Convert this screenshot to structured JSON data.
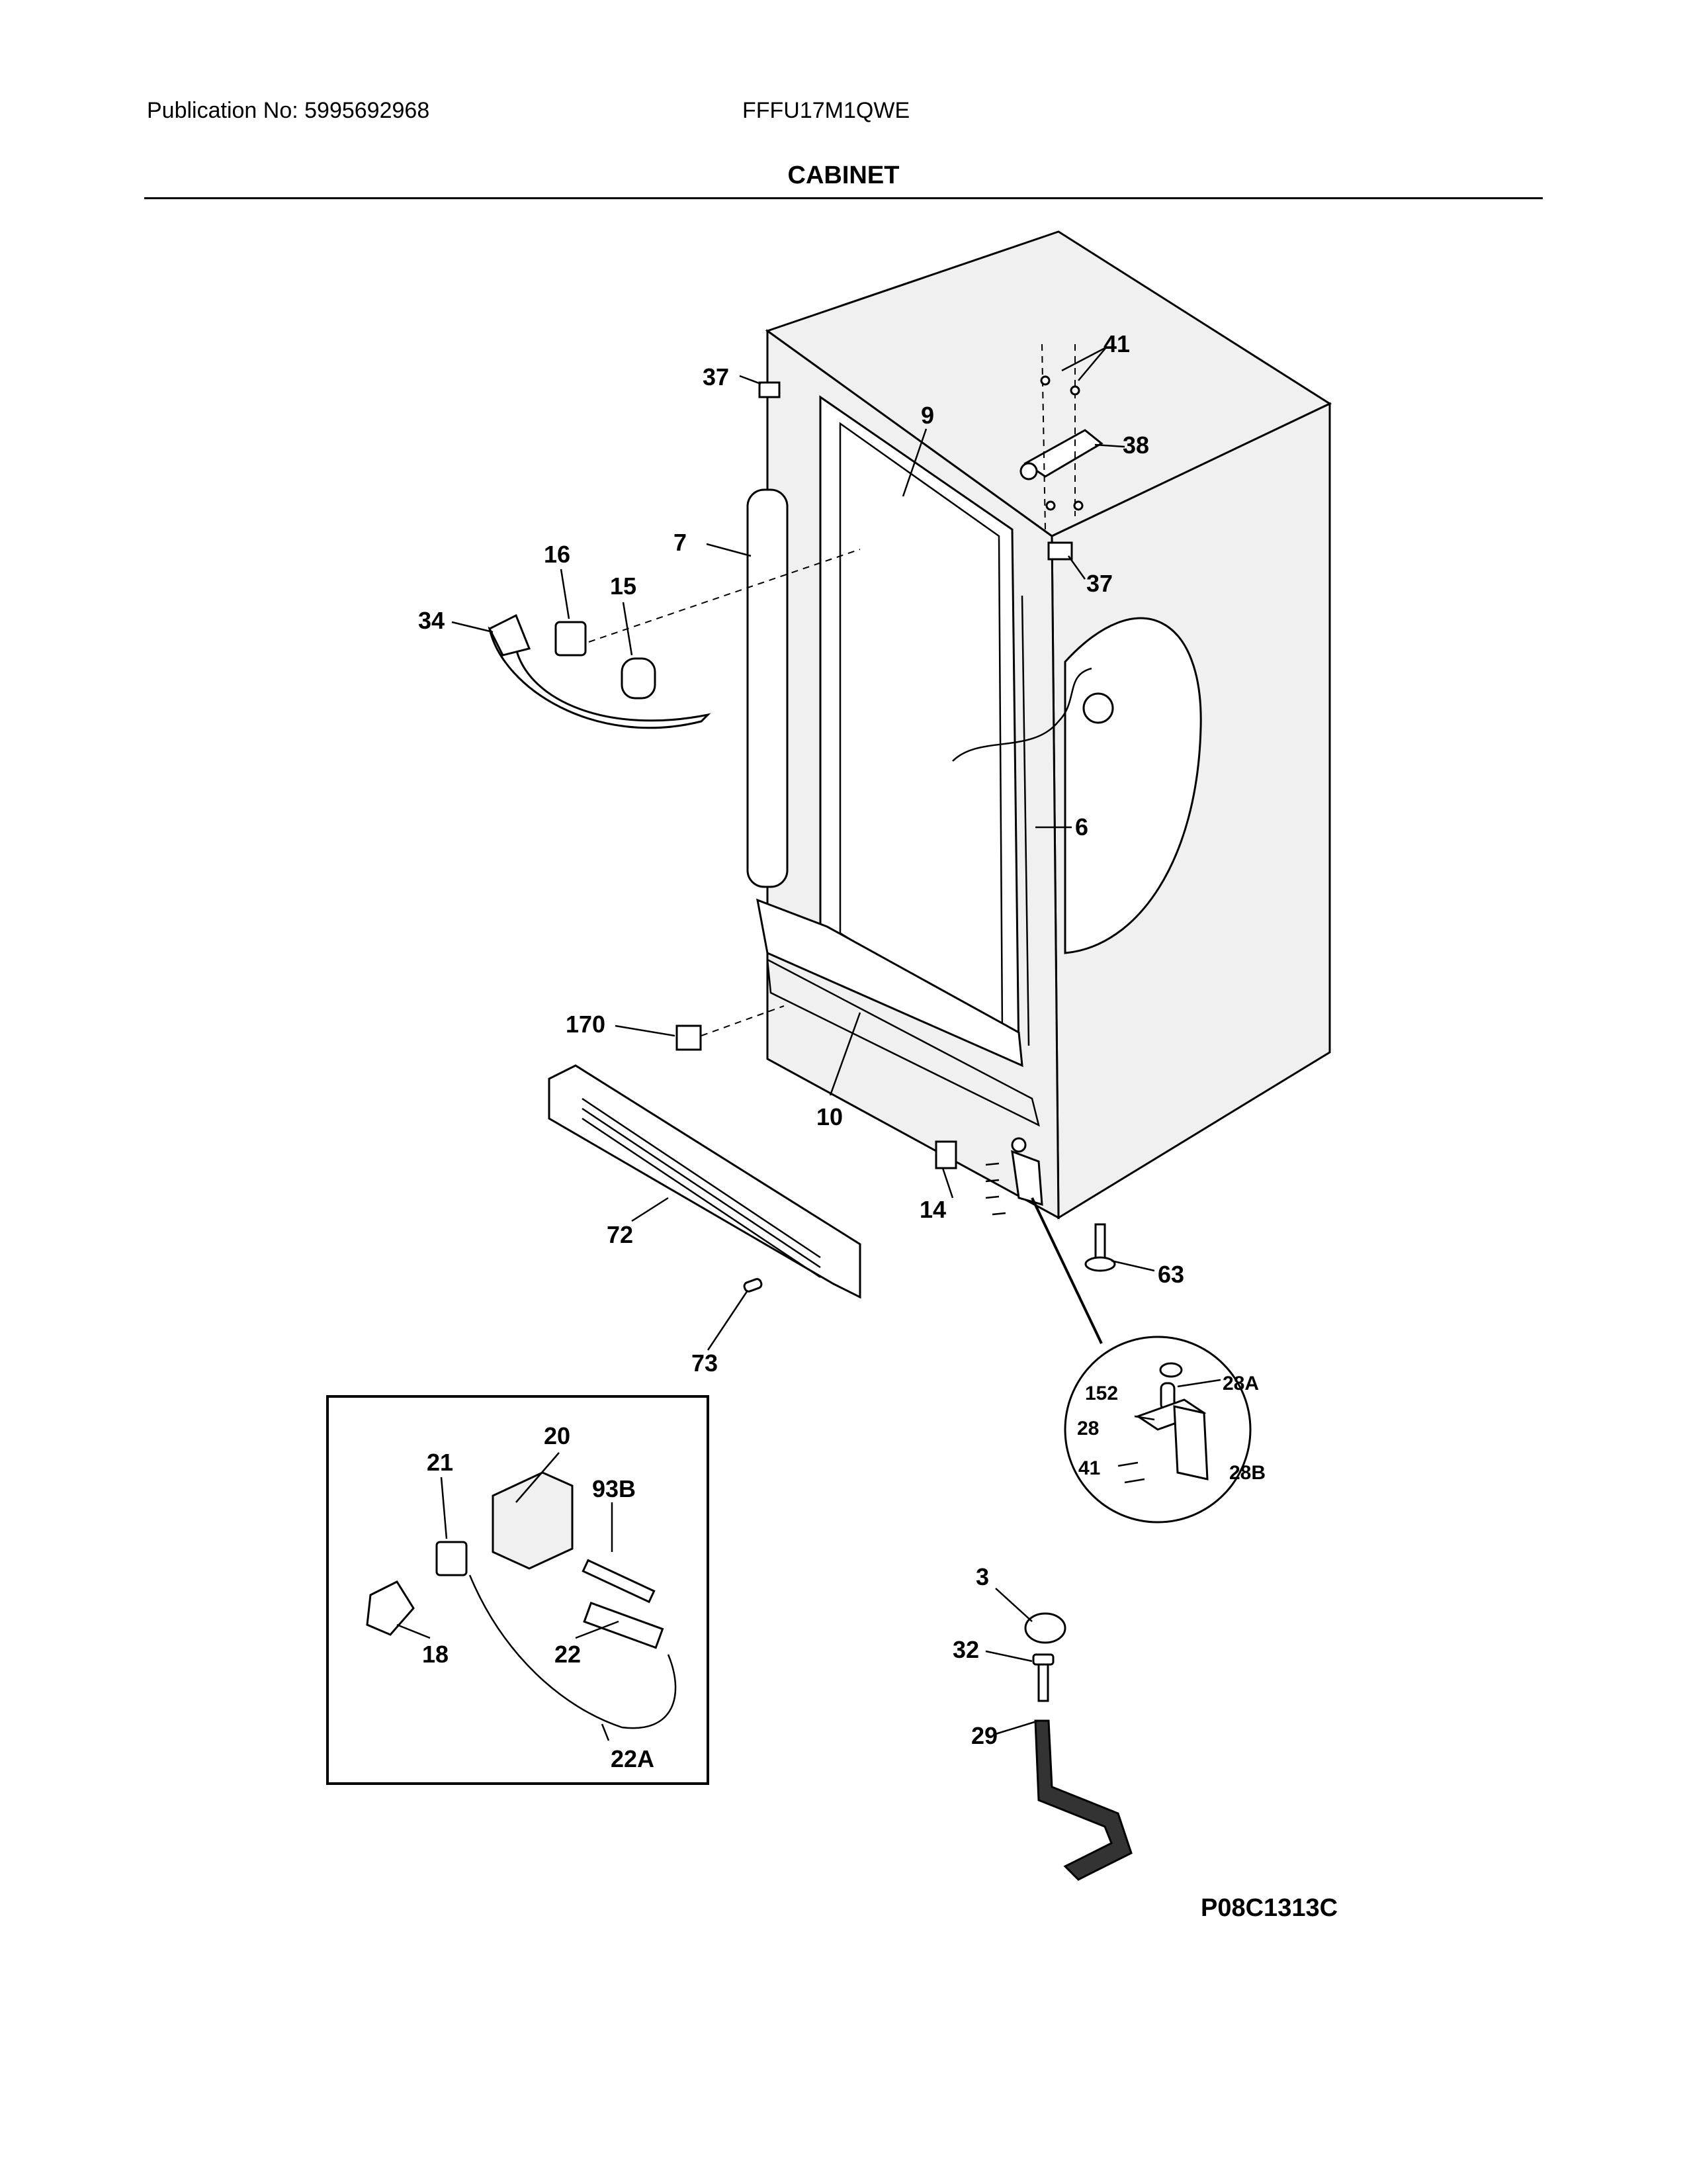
{
  "header": {
    "publication": "Publication No: 5995692968",
    "model": "FFFU17M1QWE",
    "title": "CABINET"
  },
  "diagram_code": "P08C1313C",
  "callouts": {
    "c37a": "37",
    "c41": "41",
    "c9": "9",
    "c38": "38",
    "c7": "7",
    "c37b": "37",
    "c16": "16",
    "c15": "15",
    "c34": "34",
    "c6": "6",
    "c170": "170",
    "c10": "10",
    "c72": "72",
    "c14": "14",
    "c63": "63",
    "c73": "73",
    "c152": "152",
    "c28A": "28A",
    "c28": "28",
    "c41b": "41",
    "c28B": "28B",
    "c20": "20",
    "c21": "21",
    "c93B": "93B",
    "c22": "22",
    "c18": "18",
    "c22A": "22A",
    "c3": "3",
    "c32": "32",
    "c29": "29"
  }
}
